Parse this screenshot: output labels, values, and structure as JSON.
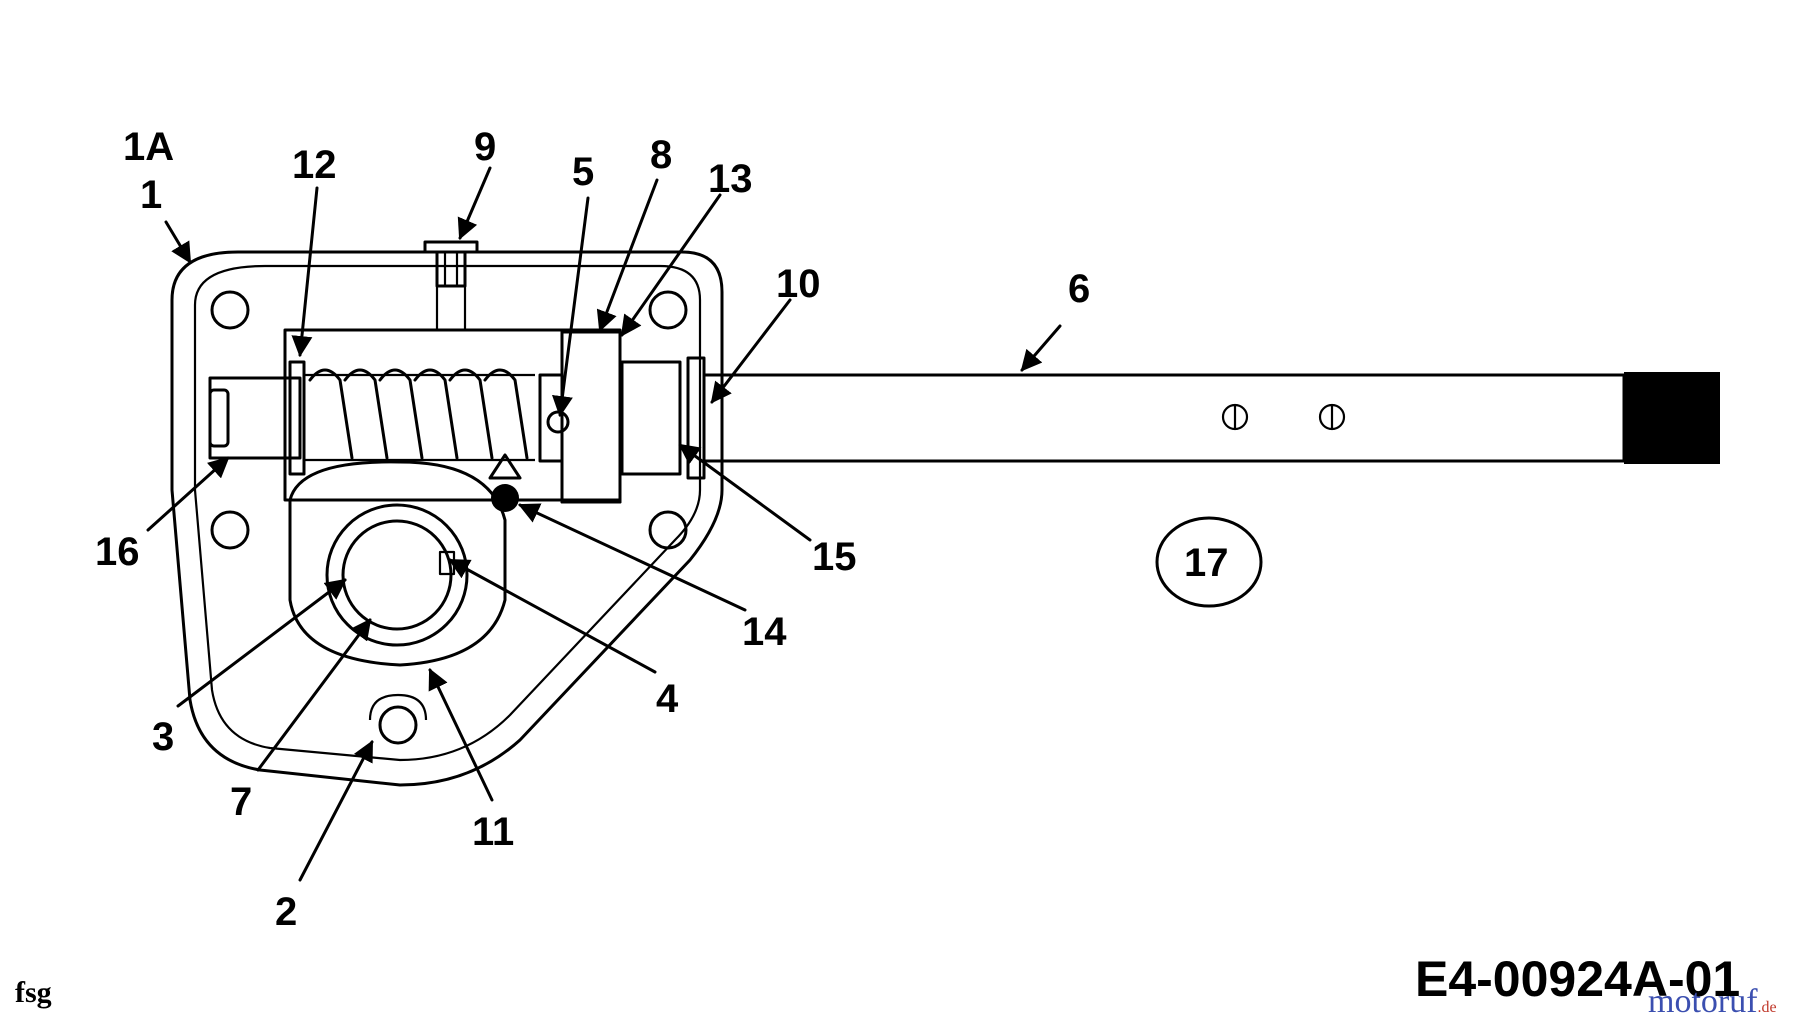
{
  "callouts": [
    "1A",
    "1",
    "12",
    "9",
    "5",
    "8",
    "13",
    "10",
    "6",
    "16",
    "15",
    "17",
    "14",
    "4",
    "3",
    "7",
    "11",
    "2"
  ],
  "drawing_code": "E4-00924A-01",
  "corner_code": "fsg",
  "watermark": {
    "main": "motoruf",
    "suffix": ".de",
    "color_a": "#3b4fb0",
    "color_b": "#c0392b"
  },
  "colors": {
    "ink": "#000000",
    "paper": "#ffffff"
  }
}
